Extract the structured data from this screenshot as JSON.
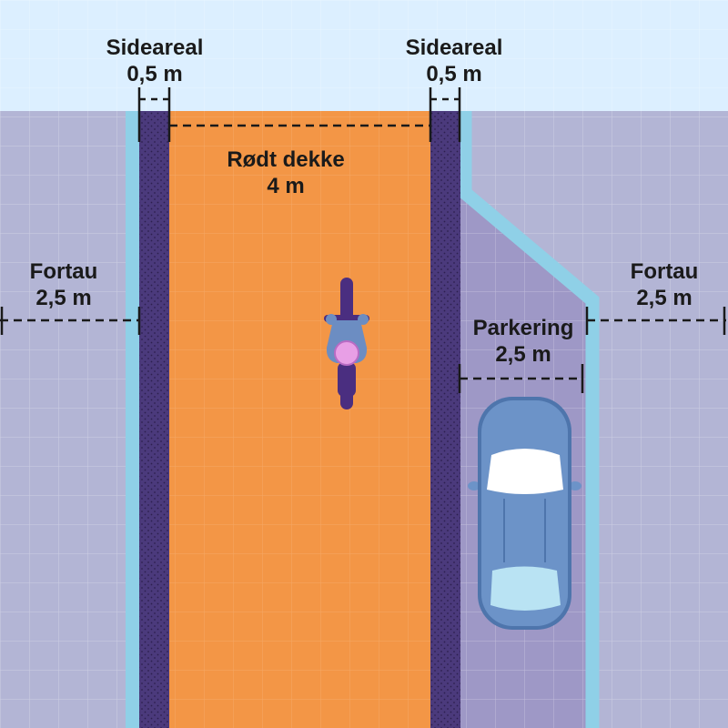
{
  "labels": {
    "sideareal_left": {
      "name": "Sideareal",
      "width": "0,5 m"
    },
    "sideareal_right": {
      "name": "Sideareal",
      "width": "0,5 m"
    },
    "rodt_dekke": {
      "name": "Rødt dekke",
      "width": "4 m"
    },
    "fortau_left": {
      "name": "Fortau",
      "width": "2,5 m"
    },
    "fortau_right": {
      "name": "Fortau",
      "width": "2,5 m"
    },
    "parkering": {
      "name": "Parkering",
      "width": "2,5 m"
    }
  },
  "colors": {
    "sky": "#dcefff",
    "sidewalk": "#b3b5d5",
    "parking": "#9e98c6",
    "curb": "#8fd0e7",
    "side_strip": "#4b3a7c",
    "red_surface": "#f39646",
    "car": "#6c93c8",
    "cyclist": "#4a2e80",
    "helmet": "#e89fe6"
  },
  "icons": [
    "cyclist-icon",
    "car-icon"
  ]
}
